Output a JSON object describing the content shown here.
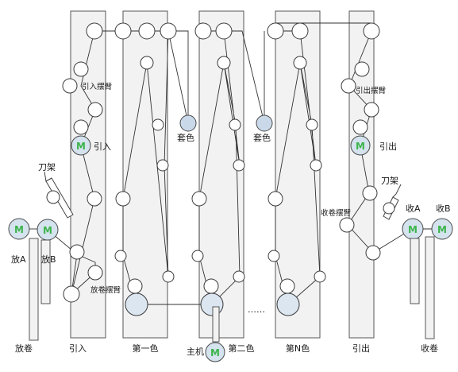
{
  "diagram": {
    "sections": {
      "unwind": "放卷",
      "infeed": "引入",
      "color1": "第一色",
      "color2": "第二色",
      "colorN": "第N色",
      "outfeed": "引出",
      "rewind": "收卷"
    },
    "labels": {
      "infeed_dancer": "引入摆臂",
      "infeed_motor": "引入",
      "knife_left": "刀架",
      "unwind_a": "放A",
      "unwind_b": "放B",
      "unwind_dancer": "放卷摆臂",
      "register1": "套色",
      "register2": "套色",
      "main_motor": "主机",
      "outfeed_dancer": "引出摆臂",
      "outfeed_motor": "引出",
      "knife_right": "刀架",
      "rewind_dancer": "收卷摆臂",
      "rewind_a": "收A",
      "rewind_b": "收B",
      "dots": "……"
    },
    "motor_symbol": "M"
  }
}
